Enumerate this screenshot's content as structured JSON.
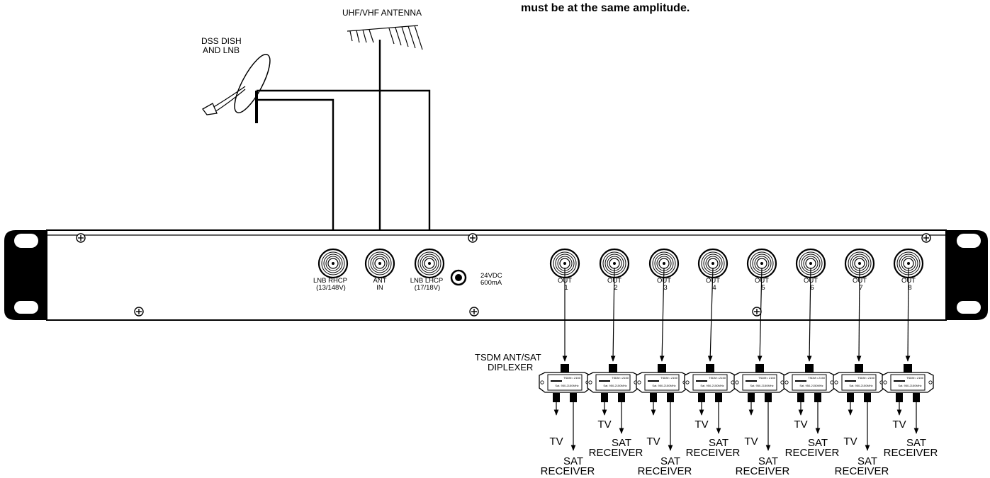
{
  "note_text": "must be at the same amplitude.",
  "antenna_label": "UHF/VHF ANTENNA",
  "dish_label": [
    "DSS DISH",
    "AND LNB"
  ],
  "ports": {
    "lnb_rhcp": [
      "LNB RHCP",
      "(13/148V)"
    ],
    "ant_in": [
      "ANT",
      "IN"
    ],
    "lnb_lhcp": [
      "LNB LHCP",
      "(17/18V)"
    ],
    "power": [
      "24VDC",
      "600mA"
    ]
  },
  "outputs": [
    {
      "label": "OUT",
      "num": "1"
    },
    {
      "label": "OUT",
      "num": "2"
    },
    {
      "label": "OUT",
      "num": "3"
    },
    {
      "label": "OUT",
      "num": "4"
    },
    {
      "label": "OUT",
      "num": "5"
    },
    {
      "label": "OUT",
      "num": "6"
    },
    {
      "label": "OUT",
      "num": "7"
    },
    {
      "label": "OUT",
      "num": "8"
    }
  ],
  "diplexer_label": [
    "TSDM ANT/SAT",
    "DIPLEXER"
  ],
  "diplexer_face": [
    "TSDM • 2150",
    "Sat. 950-2150MHz",
    "TV",
    "SAT"
  ],
  "tv_label": "TV",
  "sat_label": [
    "SAT",
    "RECEIVER"
  ]
}
